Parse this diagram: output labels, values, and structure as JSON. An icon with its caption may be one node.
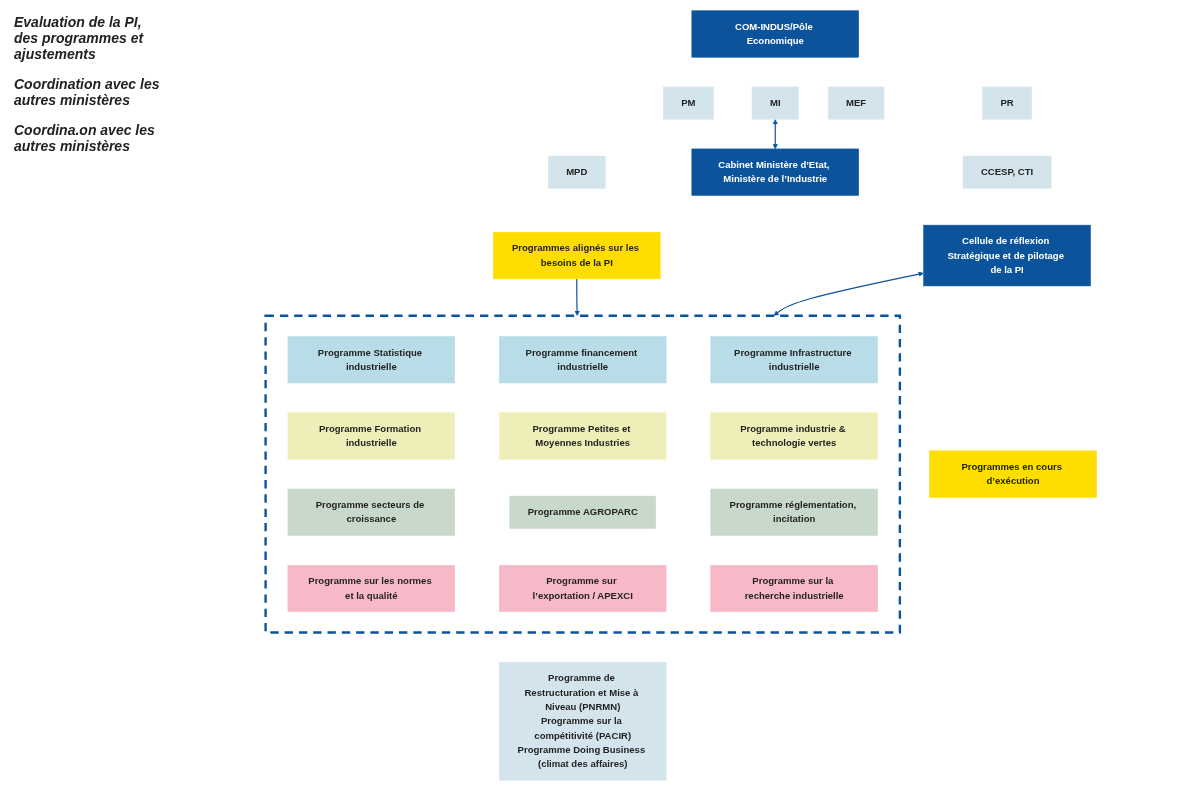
{
  "diagram": {
    "nodes": [
      {
        "text": [
          "COM-INDUS/Pôle Economique"
        ]
      },
      {
        "text": [
          "PR"
        ]
      },
      {
        "text": [
          "PM"
        ]
      },
      {
        "text": [
          "MI"
        ]
      },
      {
        "text": [
          "MEF"
        ]
      },
      {
        "text": [
          "MPD"
        ]
      },
      {
        "text": [
          "Cabinet Ministère d’Etat, Ministère de l’Industrie"
        ]
      },
      {
        "text": [
          "CCESP, CTI"
        ]
      },
      {
        "text": [
          "Programmes alignés sur les besoins de la PI"
        ]
      },
      {
        "text": [
          "Cellule de réflexion Stratégique et de pilotage de la PI"
        ]
      },
      {
        "text": [],
        "shape": "box"
      },
      {
        "text": [
          "Programme Statistique industrielle"
        ],
        "in": 10
      },
      {
        "text": [
          "Programme financement industrielle"
        ],
        "in": 10
      },
      {
        "text": [
          "Programme Infrastructure industrielle"
        ],
        "in": 10
      },
      {
        "text": [
          "Programme Formation industrielle"
        ],
        "in": 10
      },
      {
        "text": [
          "Programme Petites et Moyennes Industries"
        ],
        "in": 10
      },
      {
        "text": [
          "Programme industrie & technologie vertes"
        ],
        "in": 10
      },
      {
        "text": [
          "Programme secteurs de croissance"
        ],
        "in": 10
      },
      {
        "text": [
          "Programme AGROPARC"
        ],
        "in": 10
      },
      {
        "text": [
          "Programme réglementation, incitation"
        ],
        "in": 10
      },
      {
        "text": [
          "Programme sur les normes et la qualité"
        ],
        "in": 10
      },
      {
        "text": [
          "Programme sur l’exportation / APEXCI"
        ],
        "in": 10
      },
      {
        "text": [
          "Programme sur la recherche industrielle"
        ],
        "in": 10
      },
      {
        "text": [
          "Programmes en cours d’exécution"
        ]
      },
      {
        "text": [
          "Programme de Restructuration et Mise à Niveau (PNRMN)",
          "Programme sur la compétitivité (PACIR)",
          "Programme Doing Business (climat des affaires)"
        ]
      }
    ],
    "edges": [
      {
        "from": 3,
        "to": 6,
        "arrow": "both"
      },
      {
        "from": 8,
        "to": 10,
        "arrow": "to"
      },
      {
        "from": 9,
        "to": 10,
        "arrow": "both"
      }
    ],
    "labels": [
      "Evaluation de la PI, des programmes et ajustements",
      "Coordination avec les autres ministères",
      "Coordina.on avec les autres ministères"
    ]
  }
}
